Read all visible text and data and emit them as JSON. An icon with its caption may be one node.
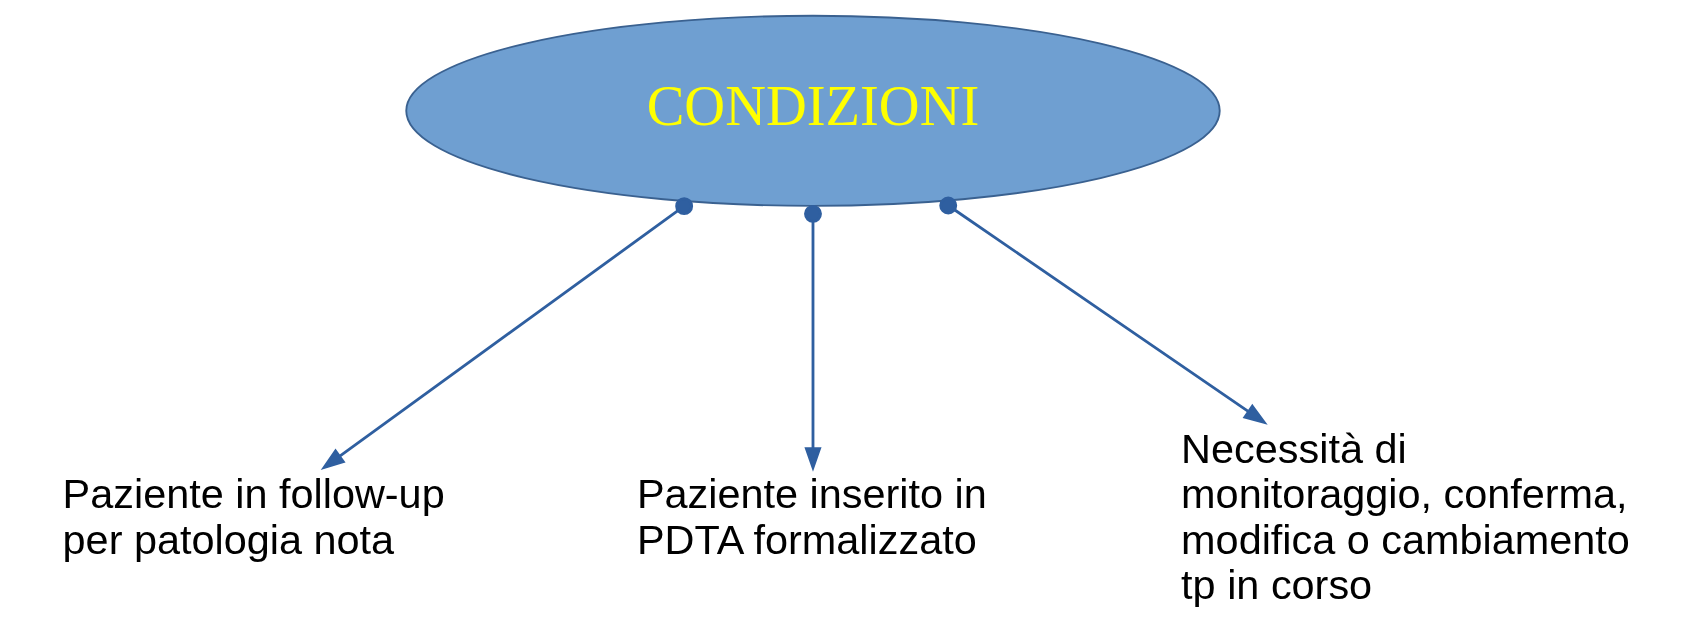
{
  "diagram": {
    "nodes": [
      {
        "text": [
          "CONDIZIONI"
        ]
      },
      {
        "text": [
          "Paziente in follow-up per patologia nota"
        ]
      },
      {
        "text": [
          "Paziente inserito in PDTA formalizzato"
        ]
      },
      {
        "text": [
          "Necessità di monitoraggio, conferma, modifica o cambiamento tp in corso"
        ]
      }
    ],
    "edges": [
      {
        "from": 0,
        "to": 1,
        "arrow": "to"
      },
      {
        "from": 0,
        "to": 2,
        "arrow": "to"
      },
      {
        "from": 0,
        "to": 3,
        "arrow": "to"
      }
    ]
  }
}
